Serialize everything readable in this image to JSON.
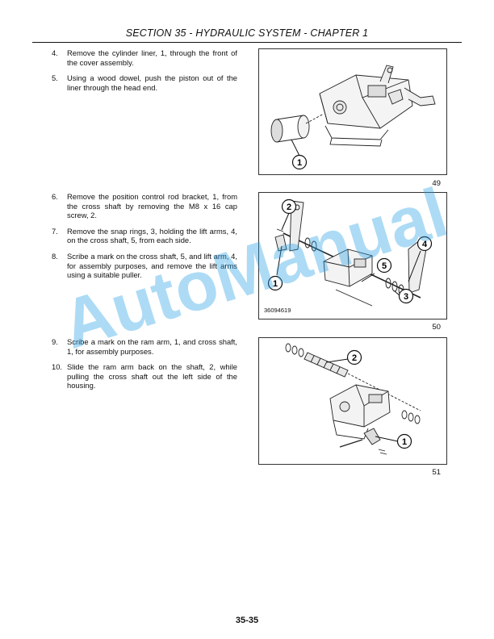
{
  "header": {
    "title": "SECTION 35 - HYDRAULIC SYSTEM - CHAPTER 1"
  },
  "steps_group_1": [
    {
      "num": "4.",
      "text": "Remove the cylinder liner, 1, through the front of the cover assembly."
    },
    {
      "num": "5.",
      "text": "Using a wood dowel, push the piston out of the liner through the head end."
    }
  ],
  "steps_group_2": [
    {
      "num": "6.",
      "text": "Remove the position control rod bracket, 1, from the cross shaft by removing the M8 x 16 cap screw, 2."
    },
    {
      "num": "7.",
      "text": "Remove the snap rings, 3, holding the lift arms, 4, on the cross shaft, 5, from each side."
    },
    {
      "num": "8.",
      "text": "Scribe a mark on the cross shaft, 5, and lift arm, 4, for assembly purposes, and remove the lift arms using a suitable puller."
    }
  ],
  "steps_group_3": [
    {
      "num": "9.",
      "text": "Scribe a mark on the ram arm, 1, and cross shaft, 1, for assembly purposes."
    },
    {
      "num": "10.",
      "text": "Slide the ram arm back on the shaft, 2, while pulling the cross shaft out the left side of the housing."
    }
  ],
  "figures": [
    {
      "number": "49",
      "callouts": [
        "1"
      ]
    },
    {
      "number": "50",
      "code": "36094619",
      "callouts": [
        "2",
        "4",
        "5",
        "1",
        "3"
      ]
    },
    {
      "number": "51",
      "callouts": [
        "2",
        "1"
      ]
    }
  ],
  "watermark": "AutoManual",
  "page_number": "35-35"
}
